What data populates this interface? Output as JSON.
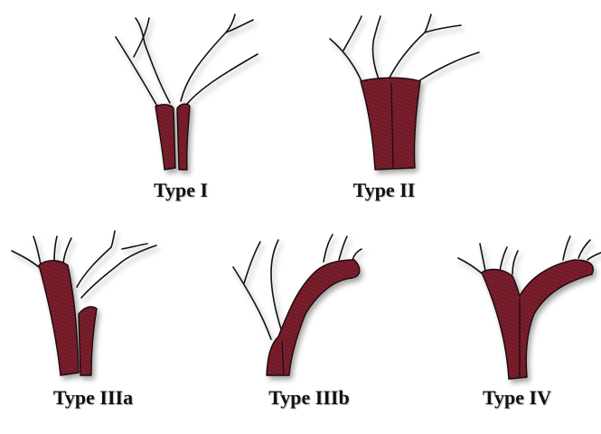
{
  "colors": {
    "tumor": "#7a1e2b",
    "hatch": "#5a1420",
    "outline": "#111111",
    "background": "#ffffff"
  },
  "panels": [
    {
      "key": "type1",
      "label": "Type I"
    },
    {
      "key": "type2",
      "label": "Type II"
    },
    {
      "key": "type3a",
      "label": "Type IIIa"
    },
    {
      "key": "type3b",
      "label": "Type IIIb"
    },
    {
      "key": "type4",
      "label": "Type IV"
    }
  ]
}
